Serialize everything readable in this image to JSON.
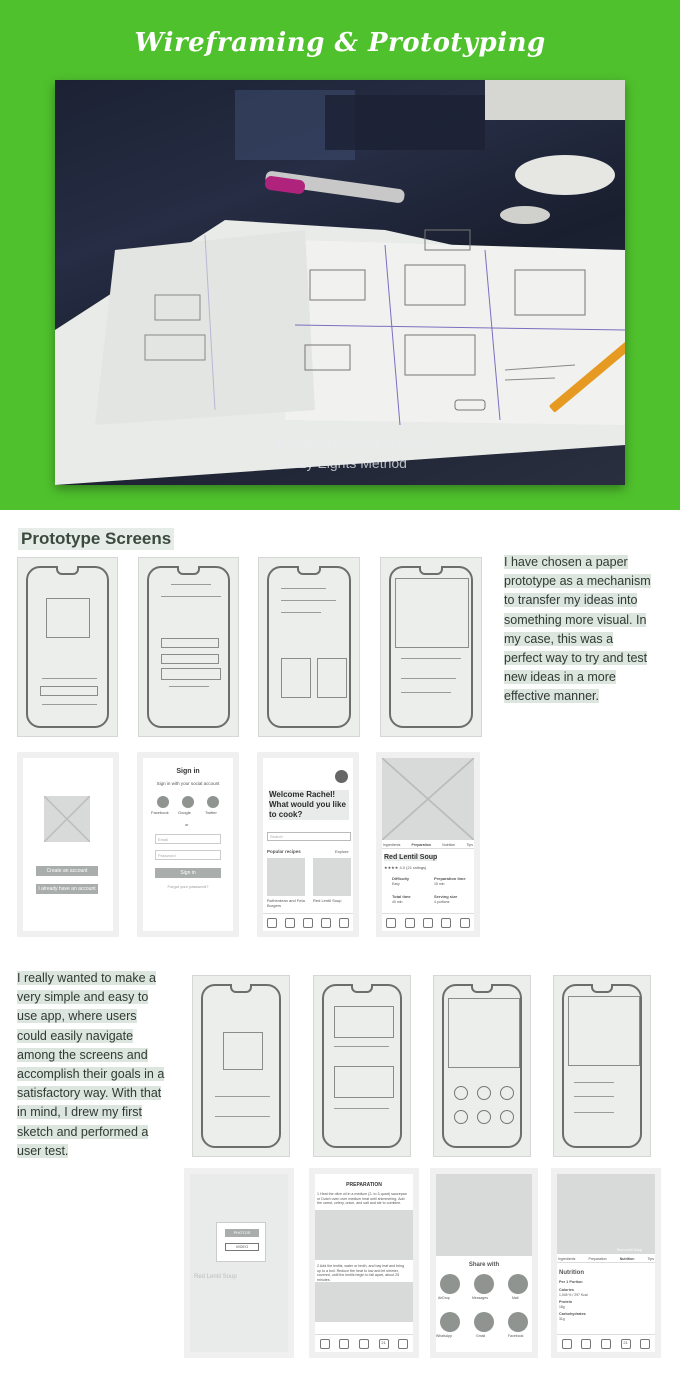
{
  "header": {
    "title": "Wireframing & Prototyping",
    "photo_caption_title": "Exploratory Sketches",
    "photo_caption_subtitle": "Crazy Eights Method"
  },
  "section": {
    "title": "Prototype Screens"
  },
  "paragraph_1": "I have chosen a paper prototype as a mechanism to transfer my ideas into something more visual. In my case, this was a perfect way to try and test new ideas in a more effective manner.",
  "paragraph_2": "I really wanted to make a very simple and easy to use app, where users could easily navigate among the screens and accomplish their goals in a satisfactory way. With that in mind, I drew my first sketch and performed a user test.",
  "mock_screens": {
    "welcome": {
      "create_account": "Create an account",
      "have_account": "I already have an account"
    },
    "signin": {
      "title": "Sign in",
      "subtitle": "Sign in with your social account",
      "facebook": "Facebook",
      "google": "Google",
      "twitter": "Twitter",
      "or": "or",
      "email_placeholder": "Email",
      "password_placeholder": "Password",
      "button": "Sign in",
      "forgot": "Forgot your password?"
    },
    "home": {
      "greeting": "Welcome Rachel! What would you like to cook?",
      "search_placeholder": "Search",
      "popular": "Popular recipes",
      "explore": "Explore",
      "recipe_1": "Rutherdean and Feta Burgers",
      "recipe_2": "Red Lentil Soup"
    },
    "recipe": {
      "tabs": [
        "Ingredients",
        "Preparation",
        "Nutrition",
        "Tips"
      ],
      "title": "Red Lentil Soup",
      "rating": "4.0",
      "ratings_count": "(21 ratings)",
      "difficulty_label": "Difficulty",
      "difficulty_value": "Easy",
      "prep_label": "Preparation time",
      "prep_value": "15 min",
      "total_label": "Total time",
      "total_value": "40 min",
      "serving_label": "Serving size",
      "serving_value": "4 portions"
    },
    "modal": {
      "photos": "PHOTOS",
      "video": "VIDEO",
      "bg_title": "Red Lentil Soup"
    },
    "preparation": {
      "title": "PREPARATION",
      "step_1": "1 Heat the olive oil in a medium (2- to 3-quart) saucepan or Dutch oven over medium heat until shimmering. Add the carrot, celery, onion, and salt and stir to combine.",
      "step_2": "2 Add the lentils, water or broth, and bay leaf and bring up to a boil. Reduce the heat to low and let simmer, covered, until the lentils begin to fall apart, about 25 minutes."
    },
    "share": {
      "title": "Share with",
      "targets": [
        "AirDrop",
        "Messages",
        "Mail",
        "WhatsApp",
        "Gmail",
        "Facebook"
      ]
    },
    "nutrition": {
      "tabs": [
        "Ingredients",
        "Preparation",
        "Nutrition",
        "Tips"
      ],
      "banner": "Red Lentil Soup",
      "title": "Nutrition",
      "per": "Per 1 Portion",
      "calories_label": "Calories",
      "calories_value": "1,045 % / 297 Kcal",
      "protein_label": "Protein",
      "protein_value": "18g",
      "carbs_label": "Carbohydrates",
      "carbs_value": "31g"
    },
    "tabbar_date": "21"
  },
  "colors": {
    "band_green": "#4fc12d",
    "text_dark": "#2f3a33",
    "highlight": "#dde6de",
    "placeholder_grey": "#d7dad8"
  }
}
